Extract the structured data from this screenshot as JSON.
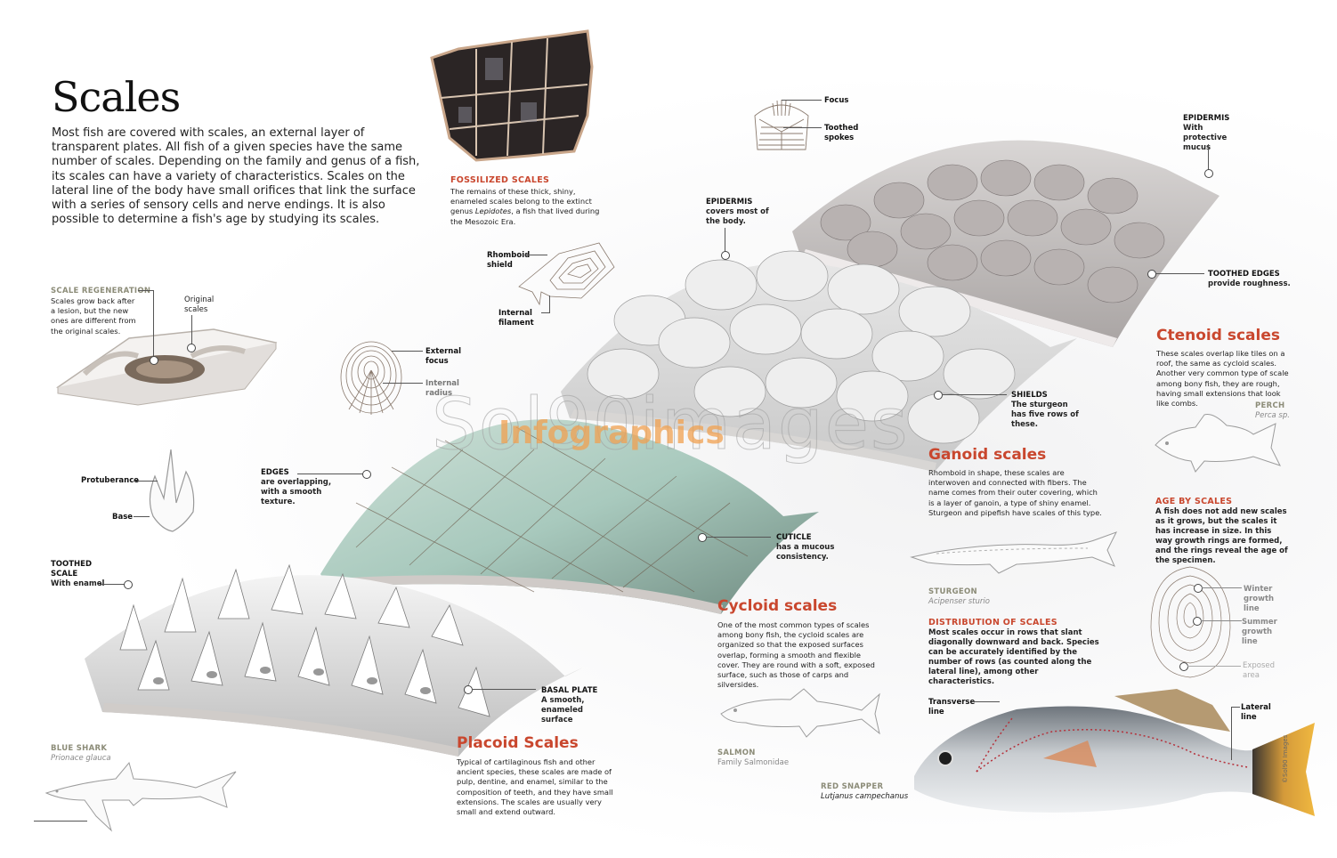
{
  "header": {
    "title": "Scales",
    "intro": "Most fish are covered with scales, an external layer of transparent plates. All fish of a given species have the same number of scales. Depending on the family and genus of a fish, its scales can have a variety of characteristics. Scales on the lateral line of the body have small orifices that link the surface with a series of sensory cells and nerve endings. It is also possible to determine a fish's age by studying its scales."
  },
  "fossilized": {
    "heading": "FOSSILIZED SCALES",
    "text_before": "The remains of these thick, shiny, enameled scales belong to the extinct genus ",
    "genus": "Lepidotes",
    "text_after": ", a fish that lived during the Mesozoic Era."
  },
  "regeneration": {
    "heading": "SCALE REGENERATION",
    "text": "Scales grow back after a lesion, but the new ones are different from the original scales.",
    "original_label": "Original scales"
  },
  "placoid_diagram": {
    "protuberance": "Protuberance",
    "base": "Base"
  },
  "cycloid_diagram": {
    "external_focus": "External focus",
    "internal_radius": "Internal radius"
  },
  "ganoid_diagram": {
    "rhomboid_shield": "Rhomboid shield",
    "internal_filament": "Internal filament"
  },
  "ctenoid_diagram": {
    "focus": "Focus",
    "toothed_spokes": "Toothed spokes"
  },
  "callouts": {
    "toothed_scale": {
      "title": "TOOTHED SCALE",
      "text": "With enamel"
    },
    "edges": {
      "title": "EDGES",
      "text": "are overlapping, with a smooth texture."
    },
    "epidermis_ganoid": {
      "title": "EPIDERMIS",
      "text": "covers most of the body."
    },
    "epidermis_ctenoid": {
      "title": "EPIDERMIS",
      "text": "With protective mucus"
    },
    "toothed_edges": {
      "title": "TOOTHED EDGES",
      "text": "provide roughness."
    },
    "shields": {
      "title": "SHIELDS",
      "text": "The sturgeon has five rows of these."
    },
    "cuticle": {
      "title": "CUTICLE",
      "text": "has a mucous consistency."
    },
    "basal_plate": {
      "title": "BASAL PLATE",
      "text": "A smooth, enameled surface"
    }
  },
  "sections": {
    "placoid": {
      "title": "Placoid Scales",
      "text": "Typical of cartilaginous fish and other ancient species, these scales are made of pulp, dentine, and enamel, similar to the composition of teeth, and they have small extensions. The scales are usually very small and extend outward."
    },
    "cycloid": {
      "title": "Cycloid scales",
      "text": "One of the most common types of scales among bony fish, the cycloid scales are organized so that the exposed surfaces overlap, forming a smooth and flexible cover. They are round with a soft, exposed surface, such as those of carps and silversides."
    },
    "ganoid": {
      "title": "Ganoid scales",
      "text": "Rhomboid in shape, these scales are interwoven and connected with fibers. The name comes from their outer covering, which is a layer of ganoin, a type of shiny enamel. Sturgeon and pipefish have scales of this type."
    },
    "ctenoid": {
      "title": "Ctenoid scales",
      "text": "These scales overlap like tiles on a roof, the same as cycloid scales. Another very common type of scale among bony fish, they are rough, having small extensions that look like combs."
    }
  },
  "species": {
    "blue_shark": {
      "name": "BLUE SHARK",
      "latin": "Prionace glauca"
    },
    "salmon": {
      "name": "SALMON",
      "latin": "Family Salmonidae"
    },
    "sturgeon": {
      "name": "STURGEON",
      "latin": "Acipenser sturio"
    },
    "perch": {
      "name": "PERCH",
      "latin": "Perca sp."
    },
    "red_snapper": {
      "name": "RED SNAPPER",
      "latin": "Lutjanus campechanus"
    }
  },
  "age": {
    "heading": "AGE BY SCALES",
    "text": "A fish does not add new scales as it grows, but the scales it has increase in size. In this way growth rings are formed, and the rings reveal the age of the specimen.",
    "winter": "Winter growth line",
    "summer": "Summer growth line",
    "exposed": "Exposed area"
  },
  "distribution": {
    "heading": "DISTRIBUTION OF SCALES",
    "text": "Most scales occur in rows that slant diagonally downward and back. Species can be accurately identified by the number of rows (as counted along the lateral line), among other characteristics."
  },
  "snapper_labels": {
    "transverse": "Transverse line",
    "lateral": "Lateral line"
  },
  "watermark": {
    "main": "Sol90images",
    "overlay": "Infographics",
    "credit": "©Sol90 Images"
  },
  "colors": {
    "accent_red": "#c9472e",
    "label_grey": "#8c8c78"
  }
}
